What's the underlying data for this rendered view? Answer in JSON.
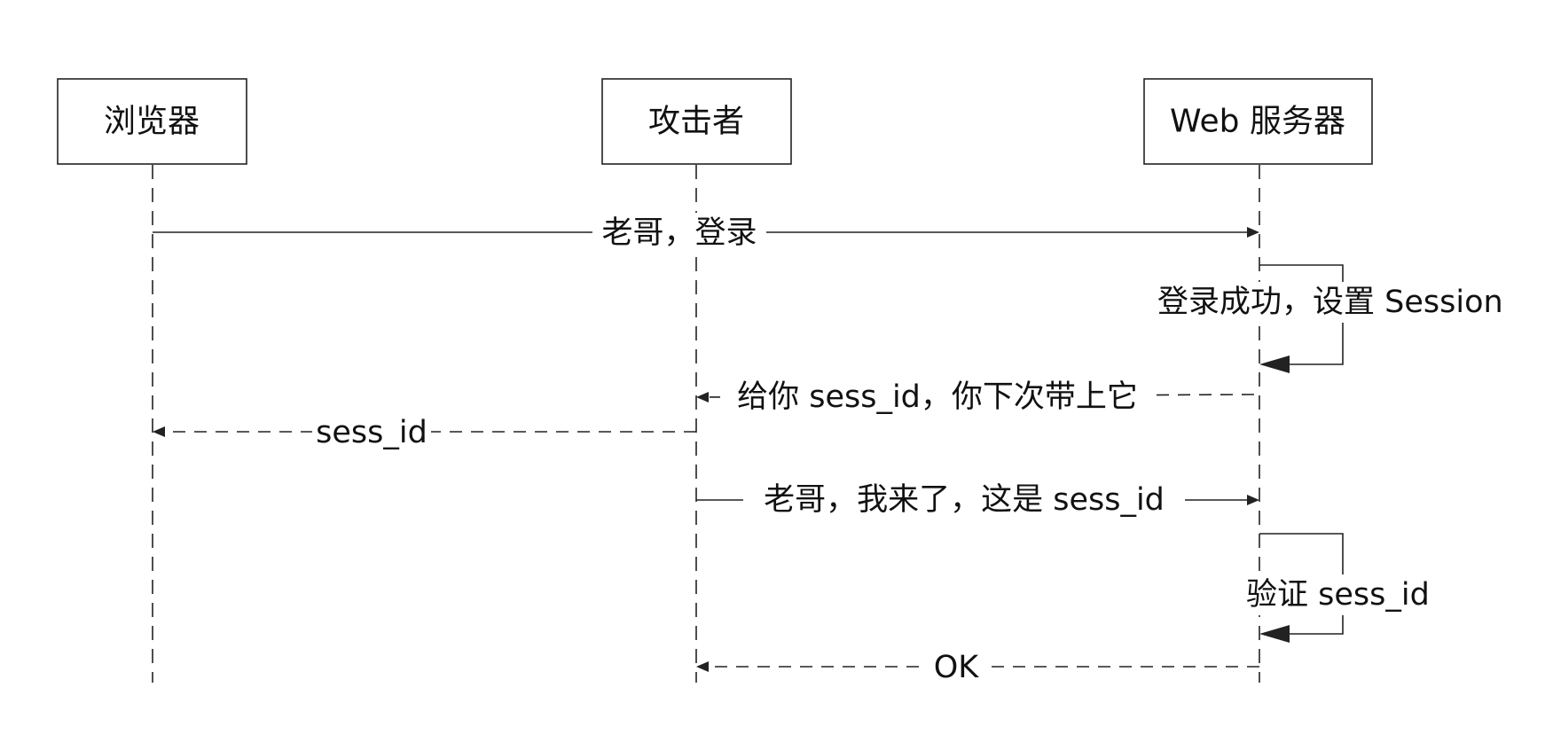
{
  "participants": [
    {
      "id": "browser",
      "label": "浏览器"
    },
    {
      "id": "attacker",
      "label": "攻击者"
    },
    {
      "id": "server",
      "label": "Web 服务器"
    }
  ],
  "messages": [
    {
      "from": "browser",
      "to": "server",
      "label": "老哥，登录",
      "style": "solid"
    },
    {
      "from": "server",
      "to": "server",
      "label": "登录成功，设置 Session",
      "style": "self"
    },
    {
      "from": "server",
      "to": "attacker",
      "label": "给你 sess_id，你下次带上它",
      "style": "dashed"
    },
    {
      "from": "attacker",
      "to": "browser",
      "label": "sess_id",
      "style": "dashed"
    },
    {
      "from": "attacker",
      "to": "server",
      "label": "老哥，我来了，这是 sess_id",
      "style": "solid"
    },
    {
      "from": "server",
      "to": "server",
      "label": "验证 sess_id",
      "style": "self"
    },
    {
      "from": "server",
      "to": "attacker",
      "label": "OK",
      "style": "dashed"
    }
  ]
}
